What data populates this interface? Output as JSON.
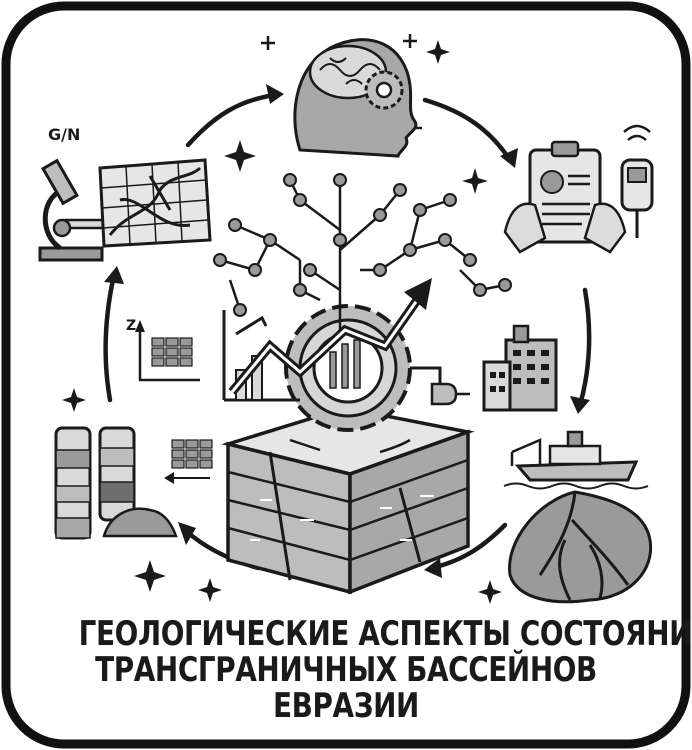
{
  "labels": {
    "gn": "G/N",
    "z_axis": "Z"
  },
  "title_lines": [
    "ГЕОЛОГИЧЕСКИЕ АСПЕКТЫ СОСТОЯНИЯ",
    "ТРАНСГРАНИЧНЫХ БАССЕЙНОВ",
    "ЕВРАЗИИ"
  ],
  "icons": [
    "brain-gear-icon",
    "clipboard-icon",
    "sensor-icon",
    "building-icon",
    "ship-icon",
    "delta-icon",
    "block-diagram-icon",
    "core-samples-icon",
    "microscope-icon",
    "map-grid-icon",
    "network-tree-icon",
    "gear-icon",
    "growth-chart-icon",
    "data-table-icon"
  ],
  "colors": {
    "ink": "#1a1a1a",
    "gray_fill": "#9a9a9a",
    "light_fill": "#d6d6d6",
    "border": "#111111"
  }
}
